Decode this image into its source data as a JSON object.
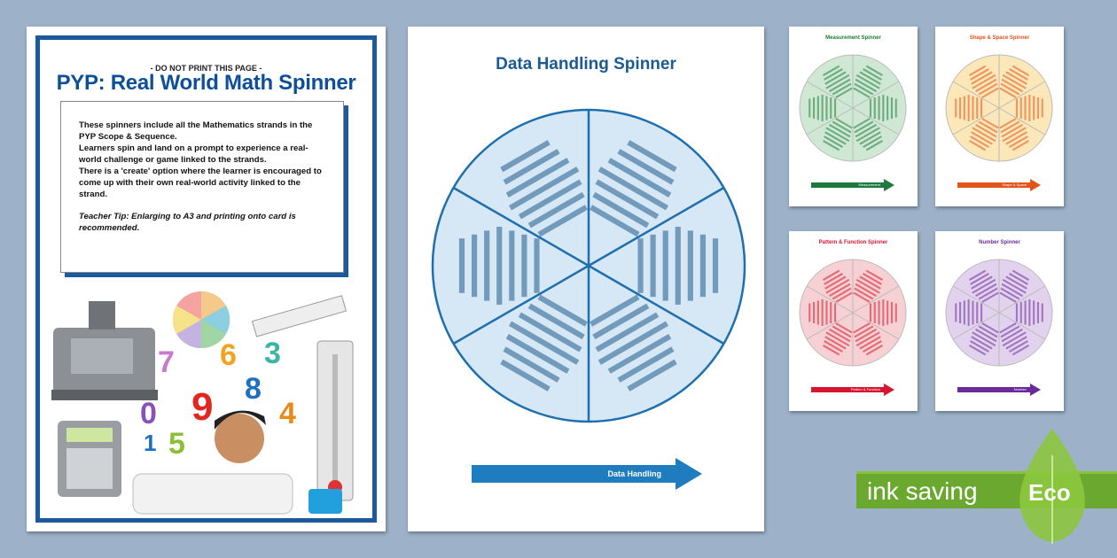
{
  "intro_page": {
    "notice": "- DO NOT PRINT THIS PAGE -",
    "title": "PYP: Real World Math Spinner",
    "paragraphs": [
      "These spinners include all the Mathematics strands in the PYP Scope & Sequence.",
      "Learners spin and land on a prompt to experience a real-world challenge or game linked to the strands.",
      "There is a 'create' option where the learner is encouraged to come up with their own real-world activity linked to the strand."
    ],
    "tip": "Teacher Tip: Enlarging to A3 and printing onto card is recommended.",
    "digits": [
      "7",
      "6",
      "3",
      "8",
      "0",
      "9",
      "4",
      "1",
      "5"
    ],
    "brand_color": "#1b5a9c"
  },
  "main_page": {
    "title": "Data Handling Spinner",
    "arrow_label": "Data Handling",
    "wheel_color": "#d6e8f6",
    "line_color": "#1f6fae"
  },
  "cards": [
    {
      "title": "Measurement Spinner",
      "arrow_label": "Measurement",
      "color": "#1e7a3a",
      "fill": "#cfe8d4"
    },
    {
      "title": "Shape & Space Spinner",
      "arrow_label": "Shape & Space",
      "color": "#e2541a",
      "fill": "#fbe7b8"
    },
    {
      "title": "Pattern & Function Spinner",
      "arrow_label": "Pattern & Function",
      "color": "#d6162e",
      "fill": "#f6d0d2"
    },
    {
      "title": "Number Spinner",
      "arrow_label": "Number",
      "color": "#6a2a9a",
      "fill": "#e3d2ee"
    }
  ],
  "badge": {
    "text": "ink saving",
    "label": "Eco",
    "color": "#6aa82f"
  }
}
